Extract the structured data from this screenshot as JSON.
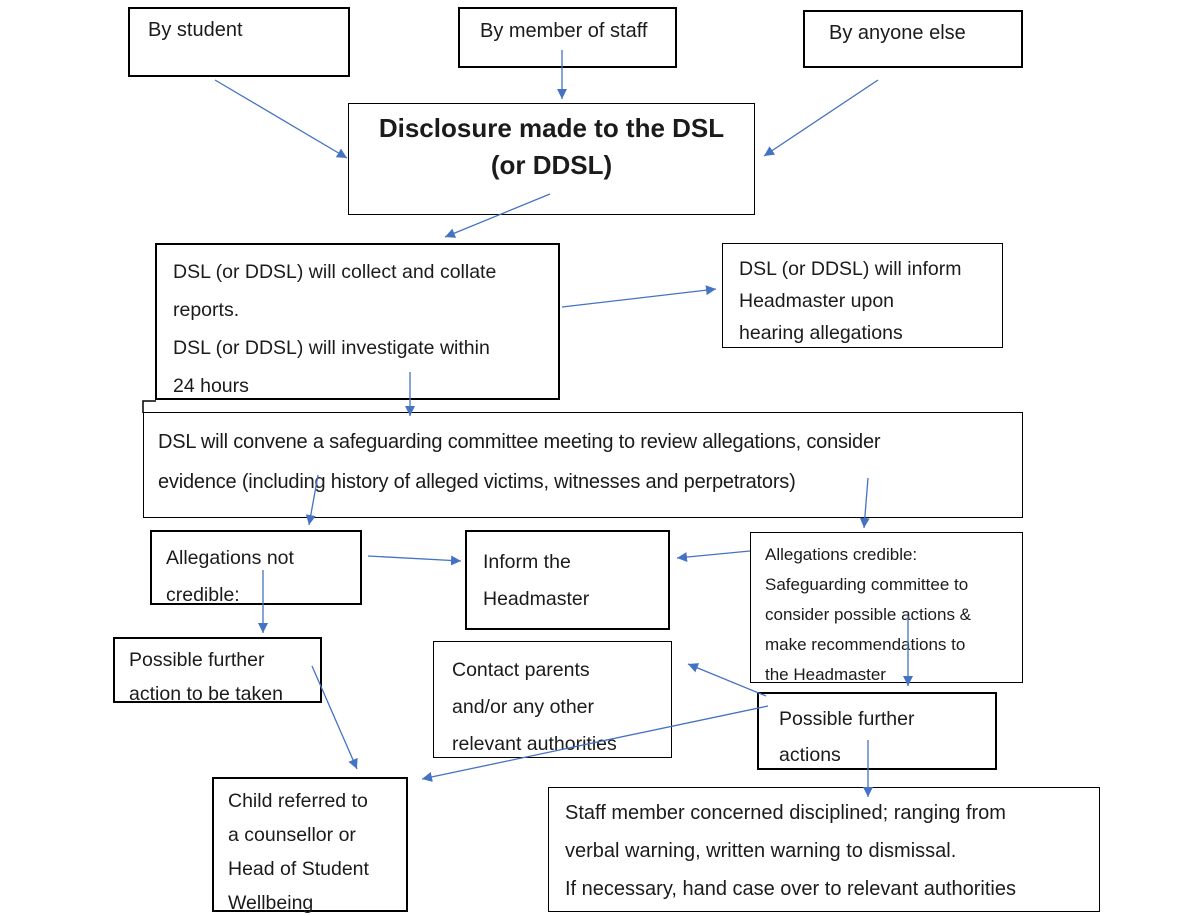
{
  "diagram": {
    "kind": "flowchart",
    "background_color": "#ffffff",
    "box_border_color": "#000000",
    "arrow_color": "#4472C4",
    "nodes": {
      "by_student": {
        "text": "By student"
      },
      "by_staff": {
        "text": "By member of staff"
      },
      "by_anyone": {
        "text": "By anyone else"
      },
      "disclosure": {
        "text": "Disclosure made to the DSL\n(or DDSL)"
      },
      "collect": {
        "text": "DSL (or DDSL) will collect and collate\nreports.\nDSL (or DDSL) will investigate within\n24 hours"
      },
      "inform1": {
        "text": "DSL (or DDSL) will inform\nHeadmaster upon\nhearing allegations"
      },
      "convene": {
        "text": "DSL will convene a safeguarding committee meeting to review allegations, consider\nevidence (including history of alleged victims, witnesses and perpetrators)"
      },
      "not_credible": {
        "text": "Allegations not\ncredible:"
      },
      "inform2": {
        "text": "Inform the\nHeadmaster"
      },
      "credible": {
        "text": "Allegations credible:\nSafeguarding committee to\nconsider possible actions &\nmake recommendations to\nthe Headmaster"
      },
      "further_left": {
        "text": "Possible further\naction to be taken"
      },
      "contact": {
        "text": "Contact parents\nand/or any other\nrelevant authorities"
      },
      "further_right": {
        "text": "Possible further\nactions"
      },
      "child": {
        "text": "Child referred to\na counsellor or\nHead of Student\nWellbeing"
      },
      "staff_box": {
        "text": "Staff member concerned disciplined; ranging from\nverbal warning, written warning to dismissal.\nIf necessary, hand case over to relevant authorities"
      }
    },
    "edges": [
      {
        "from": "by_student",
        "to": "disclosure"
      },
      {
        "from": "by_staff",
        "to": "disclosure"
      },
      {
        "from": "by_anyone",
        "to": "disclosure"
      },
      {
        "from": "disclosure",
        "to": "collect"
      },
      {
        "from": "collect",
        "to": "inform1"
      },
      {
        "from": "collect",
        "to": "convene"
      },
      {
        "from": "convene",
        "to": "not_credible"
      },
      {
        "from": "convene",
        "to": "credible"
      },
      {
        "from": "not_credible",
        "to": "inform2"
      },
      {
        "from": "credible",
        "to": "inform2"
      },
      {
        "from": "not_credible",
        "to": "further_left"
      },
      {
        "from": "credible",
        "to": "further_right"
      },
      {
        "from": "further_right",
        "to": "contact"
      },
      {
        "from": "further_right",
        "to": "child"
      },
      {
        "from": "further_left",
        "to": "child"
      },
      {
        "from": "further_right",
        "to": "staff_box"
      }
    ]
  }
}
